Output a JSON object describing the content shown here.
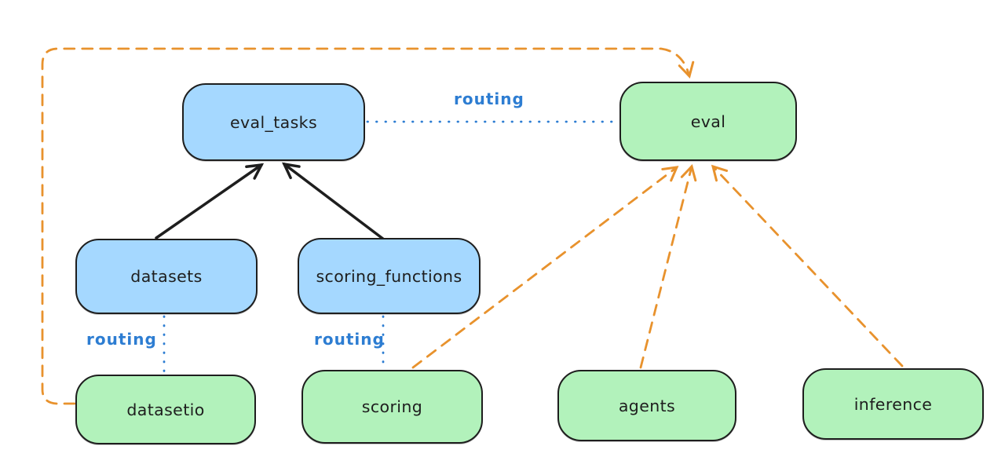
{
  "canvas": {
    "background": "#ffffff"
  },
  "nodes": [
    {
      "id": "eval_tasks",
      "label": "eval_tasks",
      "fill": "#a5d8ff"
    },
    {
      "id": "eval",
      "label": "eval",
      "fill": "#b2f2bb"
    },
    {
      "id": "datasets",
      "label": "datasets",
      "fill": "#a5d8ff"
    },
    {
      "id": "scoring_functions",
      "label": "scoring_functions",
      "fill": "#a5d8ff"
    },
    {
      "id": "datasetio",
      "label": "datasetio",
      "fill": "#b2f2bb"
    },
    {
      "id": "scoring",
      "label": "scoring",
      "fill": "#b2f2bb"
    },
    {
      "id": "agents",
      "label": "agents",
      "fill": "#b2f2bb"
    },
    {
      "id": "inference",
      "label": "inference",
      "fill": "#b2f2bb"
    }
  ],
  "edge_labels": [
    {
      "text": "routing",
      "between": [
        "eval_tasks",
        "eval"
      ]
    },
    {
      "text": "routing",
      "between": [
        "datasets",
        "datasetio"
      ]
    },
    {
      "text": "routing",
      "between": [
        "scoring_functions",
        "scoring"
      ]
    }
  ],
  "edges": [
    {
      "from": "datasets",
      "to": "eval_tasks",
      "style": "solid-black-arrow"
    },
    {
      "from": "scoring_functions",
      "to": "eval_tasks",
      "style": "solid-black-arrow"
    },
    {
      "from": "eval_tasks",
      "to": "eval",
      "style": "dotted-blue-line",
      "label": "routing"
    },
    {
      "from": "datasets",
      "to": "datasetio",
      "style": "dotted-blue-line",
      "label": "routing"
    },
    {
      "from": "scoring_functions",
      "to": "scoring",
      "style": "dotted-blue-line",
      "label": "routing"
    },
    {
      "from": "datasetio",
      "to": "eval",
      "style": "dashed-orange-arrow"
    },
    {
      "from": "scoring",
      "to": "eval",
      "style": "dashed-orange-arrow"
    },
    {
      "from": "agents",
      "to": "eval",
      "style": "dashed-orange-arrow"
    },
    {
      "from": "inference",
      "to": "eval",
      "style": "dashed-orange-arrow"
    }
  ],
  "colors": {
    "node_blue_fill": "#a5d8ff",
    "node_green_fill": "#b2f2bb",
    "node_stroke": "#1e1e1e",
    "routing_label_blue": "#2d7dd2",
    "dashed_orange": "#e8922d",
    "solid_black": "#1e1e1e"
  }
}
